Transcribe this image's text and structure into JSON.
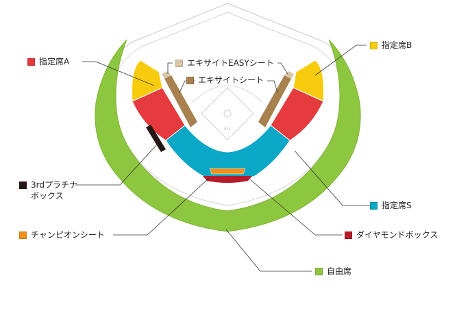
{
  "legend": {
    "reserved_a": {
      "label": "指定席A",
      "color": "#e53a3e"
    },
    "reserved_b": {
      "label": "指定席B",
      "color": "#f8cc0e"
    },
    "excite_easy": {
      "label": "エキサイトEASYシート",
      "color": "#d9c6a8"
    },
    "excite": {
      "label": "エキサイトシート",
      "color": "#a8814e"
    },
    "platinum_box": {
      "label": "3rdプラチナ\nボックス",
      "color": "#231815"
    },
    "reserved_s": {
      "label": "指定席S",
      "color": "#0aa7c6"
    },
    "champion": {
      "label": "チャンピオンシート",
      "color": "#ef8f1c"
    },
    "diamond_box": {
      "label": "ダイヤモンドボックス",
      "color": "#b61c2b"
    },
    "unreserved": {
      "label": "自由席",
      "color": "#8dc63f"
    }
  },
  "field": {
    "home_plate_label": "B4K"
  }
}
